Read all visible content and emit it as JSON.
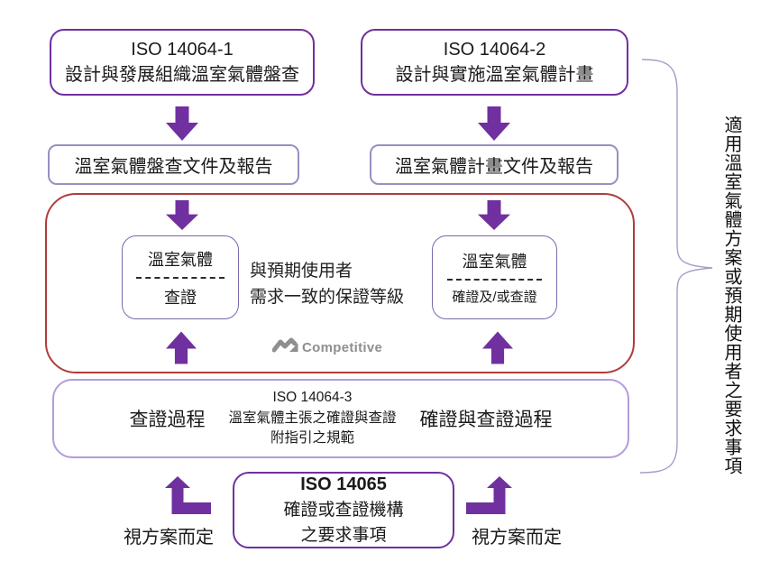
{
  "colors": {
    "arrow_purple": "#7030a0",
    "iso_box_border": "#7030a0",
    "doc_box_border": "#9b8fc0",
    "red_container_border": "#b03c3c",
    "inner_box_border": "#7b68ae",
    "process_box_border": "#b39cd9",
    "brace": "#a99bc9",
    "logo_gray": "#8f8f8f",
    "text": "#1a1a1a"
  },
  "icons": {
    "down_arrow": "solid purple block arrow pointing down",
    "up_arrow": "solid purple block arrow pointing up",
    "elbow_arrow_left": "purple L-shaped arrow bending up-left",
    "elbow_arrow_right": "purple L-shaped arrow bending up-right",
    "logo_mark": "gray zigzag arrow mark",
    "brace": "right curly brace grouping diagram rows"
  },
  "boxes": {
    "iso14064_1": {
      "title": "ISO 14064-1",
      "subtitle": "設計與發展組織溫室氣體盤查"
    },
    "iso14064_2": {
      "title": "ISO 14064-2",
      "subtitle": "設計與實施溫室氣體計畫"
    },
    "doc_left": {
      "label": "溫室氣體盤查文件及報告"
    },
    "doc_right": {
      "label": "溫室氣體計畫文件及報告"
    },
    "inner_left": {
      "top": "溫室氣體",
      "bottom": "查證"
    },
    "inner_right": {
      "top": "溫室氣體",
      "bottom": "確證及/或查證"
    },
    "process": {
      "left_label": "查證過程",
      "center": {
        "title": "ISO 14064-3",
        "line1": "溫室氣體主張之確證與查證",
        "line2": "附指引之規範"
      },
      "right_label": "確證與查證過程"
    },
    "iso14065": {
      "title": "ISO 14065",
      "line1": "確證或查證機構",
      "line2": "之要求事項"
    }
  },
  "notes": {
    "assurance": {
      "line1": "與預期使用者",
      "line2": "需求一致的保證等級"
    }
  },
  "labels": {
    "depends_left": "視方案而定",
    "depends_right": "視方案而定",
    "side_note": "適用溫室氣體方案或預期使用者之要求事項",
    "logo_text": "Competitive"
  }
}
